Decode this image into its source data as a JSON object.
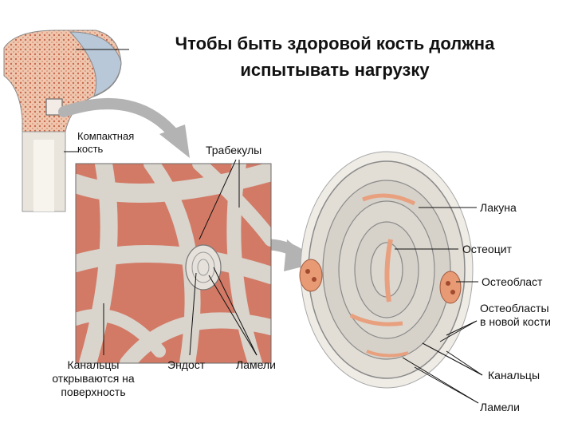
{
  "title_line1": "Чтобы быть здоровой кость должна",
  "title_line2": "испытывать нагрузку",
  "labels": {
    "compact_bone_1": "Компактная",
    "compact_bone_2": "кость",
    "trabeculae": "Трабекулы",
    "lacuna": "Лакуна",
    "osteocyte": "Остеоцит",
    "osteoblast": "Остеобласт",
    "osteoblasts_new_1": "Остеобласты",
    "osteoblasts_new_2": "в новой кости",
    "canaliculi_open_1": "Канальцы",
    "canaliculi_open_2": "открываются на",
    "canaliculi_open_3": "поверхность",
    "endosteum": "Эндост",
    "lamellae_center": "Ламели",
    "canaliculi_right": "Канальцы",
    "lamellae_right": "Ламели"
  },
  "colors": {
    "bone_gray": "#d9d4cc",
    "marrow_red": "#d27a66",
    "cartilage_blue": "#b9c8d8",
    "spongy_pink": "#e7b59b",
    "cell_orange": "#e79a74",
    "arrow_gray": "#b0b0b0"
  }
}
